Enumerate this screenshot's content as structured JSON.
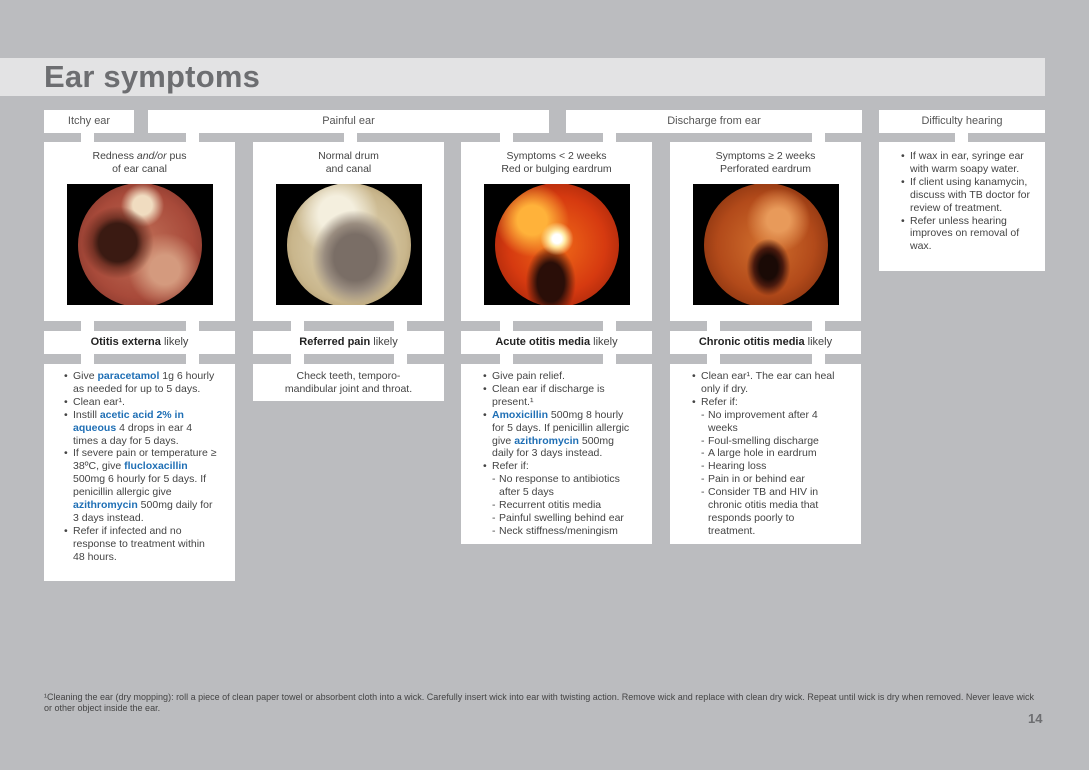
{
  "page": {
    "title": "Ear symptoms",
    "page_number": "14",
    "footnote": "¹Cleaning the ear (dry mopping): roll a piece of clean paper towel or absorbent cloth into a wick. Carefully insert wick into ear with twisting action. Remove wick and replace with clean dry wick. Repeat until wick is dry when removed. Never leave wick or other object inside the ear."
  },
  "symptoms": {
    "itchy": "Itchy ear",
    "painful": "Painful ear",
    "discharge": "Discharge from ear",
    "hearing": "Difficulty hearing"
  },
  "findings": [
    {
      "line1a": "Redness ",
      "line1b": "and/or",
      "line1c": " pus",
      "line2": "of ear canal",
      "image": "otitis-externa-photo"
    },
    {
      "line1": "Normal drum",
      "line2": "and canal",
      "image": "normal-drum-photo"
    },
    {
      "line1": "Symptoms < 2 weeks",
      "line2": "Red or bulging eardrum",
      "image": "acute-otitis-media-photo"
    },
    {
      "line1": "Symptoms ≥ 2 weeks",
      "line2": "Perforated eardrum",
      "image": "chronic-otitis-media-photo"
    }
  ],
  "hearing_advice": [
    "If wax in ear, syringe ear with warm soapy water.",
    "If client using kanamycin, discuss with TB doctor for review of treatment.",
    "Refer unless hearing improves on removal of wax."
  ],
  "diagnoses": [
    {
      "name": "Otitis externa",
      "suffix": " likely"
    },
    {
      "name": "Referred pain",
      "suffix": " likely"
    },
    {
      "name": "Acute otitis media",
      "suffix": " likely"
    },
    {
      "name": "Chronic otitis media",
      "suffix": " likely"
    }
  ],
  "treatment_oe": {
    "b1_pre": "Give ",
    "b1_drug": "paracetamol",
    "b1_post": " 1g 6 hourly as needed for up to 5 days.",
    "b2": "Clean ear¹.",
    "b3_pre": "Instill ",
    "b3_drug": "acetic acid 2% in aqueous",
    "b3_post": " 4 drops in ear 4 times a day for 5 days.",
    "b4_pre": "If severe pain or temperature ≥ 38ºC, give ",
    "b4_drug": "flucloxacillin",
    "b4_mid": " 500mg 6 hourly for 5 days. If penicillin allergic give ",
    "b4_drug2": "azithromycin",
    "b4_post": " 500mg daily for 3 days instead.",
    "b5": "Refer if infected and no response to treatment within 48 hours."
  },
  "treatment_rp": "Check teeth, temporo-mandibular joint and throat.",
  "treatment_aom": {
    "b1": "Give pain relief.",
    "b2": "Clean ear if discharge is present.¹",
    "b3_drug": "Amoxicillin",
    "b3_mid": " 500mg 8 hourly for 5 days. If penicillin allergic give ",
    "b3_drug2": "azithromycin",
    "b3_post": " 500mg daily for 3 days instead.",
    "b4": "Refer if:",
    "refer": [
      "No response to antibiotics after 5 days",
      "Recurrent otitis media",
      "Painful swelling behind ear",
      "Neck stiffness/meningism"
    ]
  },
  "treatment_com": {
    "b1": "Clean ear¹. The ear can heal only if dry.",
    "b2": "Refer if:",
    "refer": [
      "No improvement after 4 weeks",
      "Foul-smelling discharge",
      "A large hole in eardrum",
      "Hearing loss",
      "Pain in or behind ear",
      "Consider TB and HIV in chronic otitis media that responds poorly to treatment."
    ]
  },
  "colors": {
    "background": "#bbbcbf",
    "title_band": "#e3e3e4",
    "title_text": "#6d6e71",
    "drug_blue": "#1f6fb5"
  }
}
